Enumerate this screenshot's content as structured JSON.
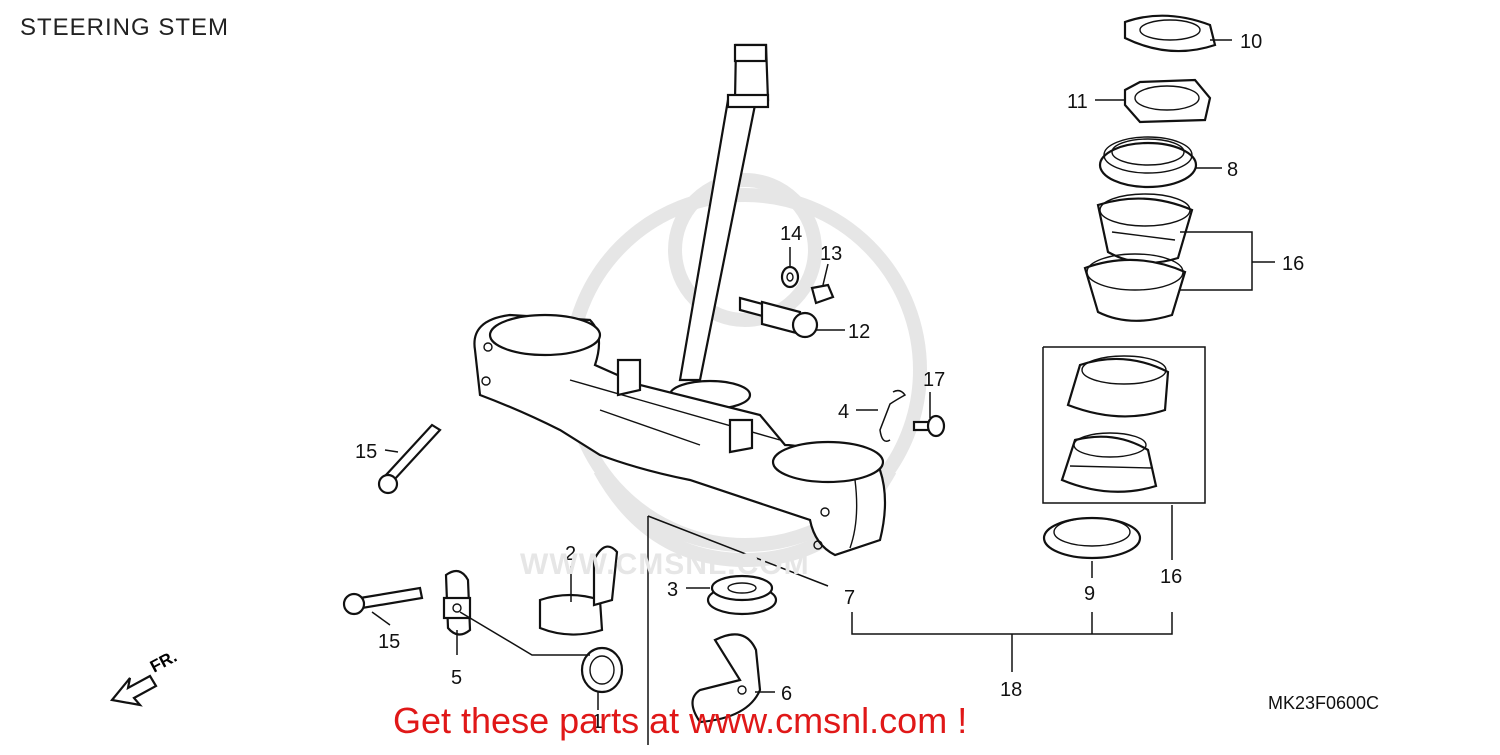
{
  "diagram": {
    "title": "STEERING STEM",
    "drawing_code": "MK23F0600C",
    "promo_text": "Get these parts at www.cmsnl.com !",
    "watermark_text": "WWW.CMSNL.COM",
    "direction_label": "FR.",
    "colors": {
      "promo": "#e01818",
      "lines": "#111111",
      "watermark": "#e6e6e6"
    },
    "callouts": [
      "10",
      "11",
      "8",
      "16",
      "14",
      "13",
      "12",
      "17",
      "4",
      "15",
      "2",
      "3",
      "7",
      "9",
      "16",
      "15",
      "5",
      "6",
      "18",
      "1"
    ]
  }
}
